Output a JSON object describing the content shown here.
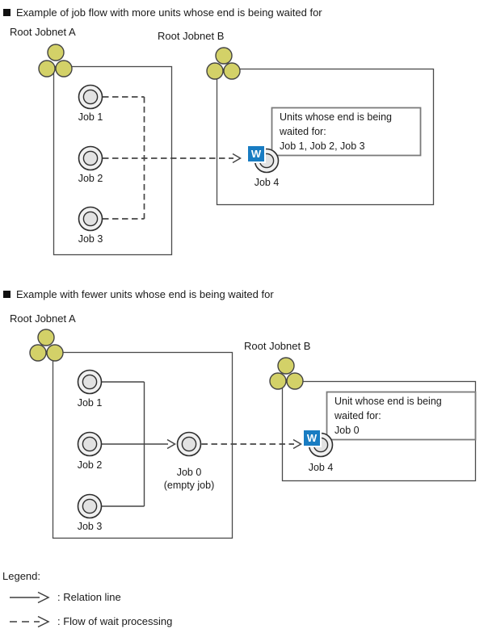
{
  "section1": {
    "title": "Example of job flow with more units whose end is being waited for",
    "jobnet_a_label": "Root Jobnet A",
    "jobnet_b_label": "Root Jobnet B",
    "jobs": [
      "Job 1",
      "Job 2",
      "Job 3"
    ],
    "wait_job_label": "Job 4",
    "wait_badge": "W",
    "note_line1": "Units whose end is being waited for:",
    "note_line2": "Job 1, Job 2, Job 3"
  },
  "section2": {
    "title": "Example with fewer units whose end is being waited for",
    "jobnet_a_label": "Root Jobnet A",
    "jobnet_b_label": "Root Jobnet B",
    "jobs": [
      "Job 1",
      "Job 2",
      "Job 3"
    ],
    "empty_job_label": "Job 0",
    "empty_job_sublabel": "(empty job)",
    "wait_job_label": "Job 4",
    "wait_badge": "W",
    "note_line1": "Unit whose end is being waited for:",
    "note_line2": "Job 0"
  },
  "legend": {
    "title": "Legend:",
    "relation_label": ": Relation line",
    "wait_label": ": Flow of wait processing"
  },
  "colors": {
    "jobnet_icon_fill": "#d3d168",
    "job_icon_fill": "#f0f0f0",
    "job_icon_inner_fill": "#e2e2e2",
    "wait_badge_blue": "#187cc2",
    "box_border": "#4a4a4a",
    "note_border": "#7a7a7a",
    "text": "#1a1a1a"
  }
}
